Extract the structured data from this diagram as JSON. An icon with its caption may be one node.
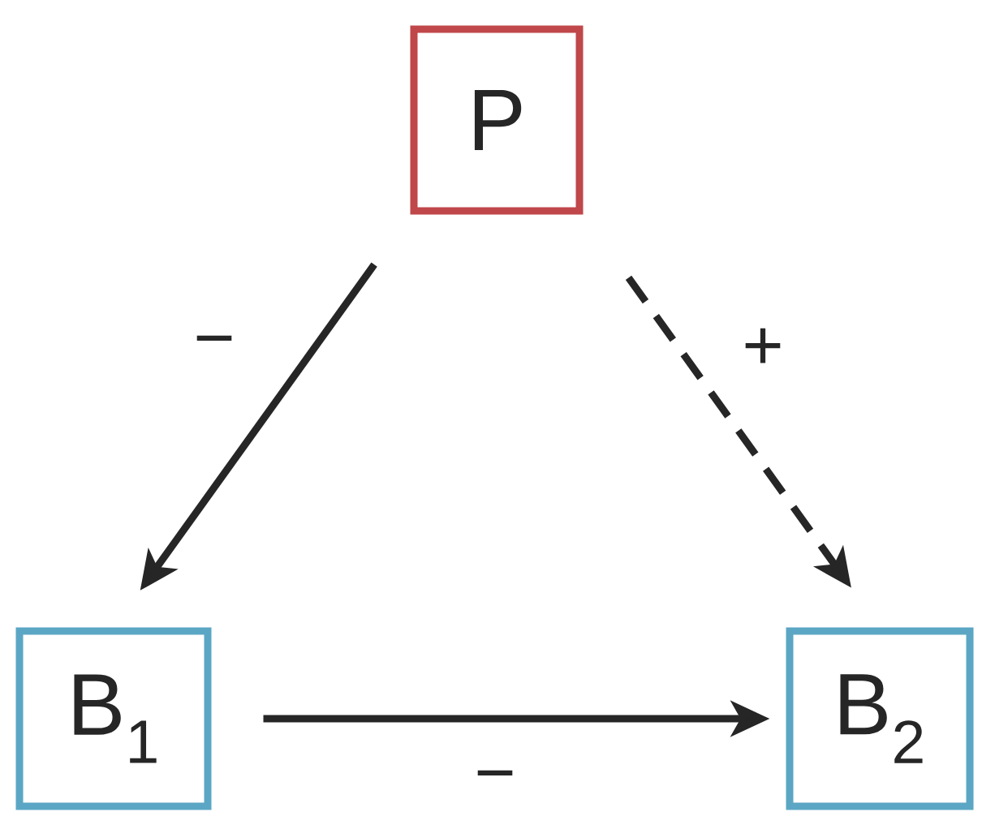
{
  "diagram": {
    "nodes": [
      {
        "text": [
          "P"
        ]
      },
      {
        "text": [
          "B$_{1}$"
        ]
      },
      {
        "text": [
          "B$_{2}$"
        ]
      }
    ],
    "edges": [
      {
        "from": 0,
        "to": 1,
        "arrow": "to",
        "label": "−"
      },
      {
        "from": 0,
        "to": 2,
        "arrow": "to",
        "label": "+",
        "style": "dashed"
      },
      {
        "from": 1,
        "to": 2,
        "arrow": "to",
        "label": "−"
      }
    ]
  }
}
